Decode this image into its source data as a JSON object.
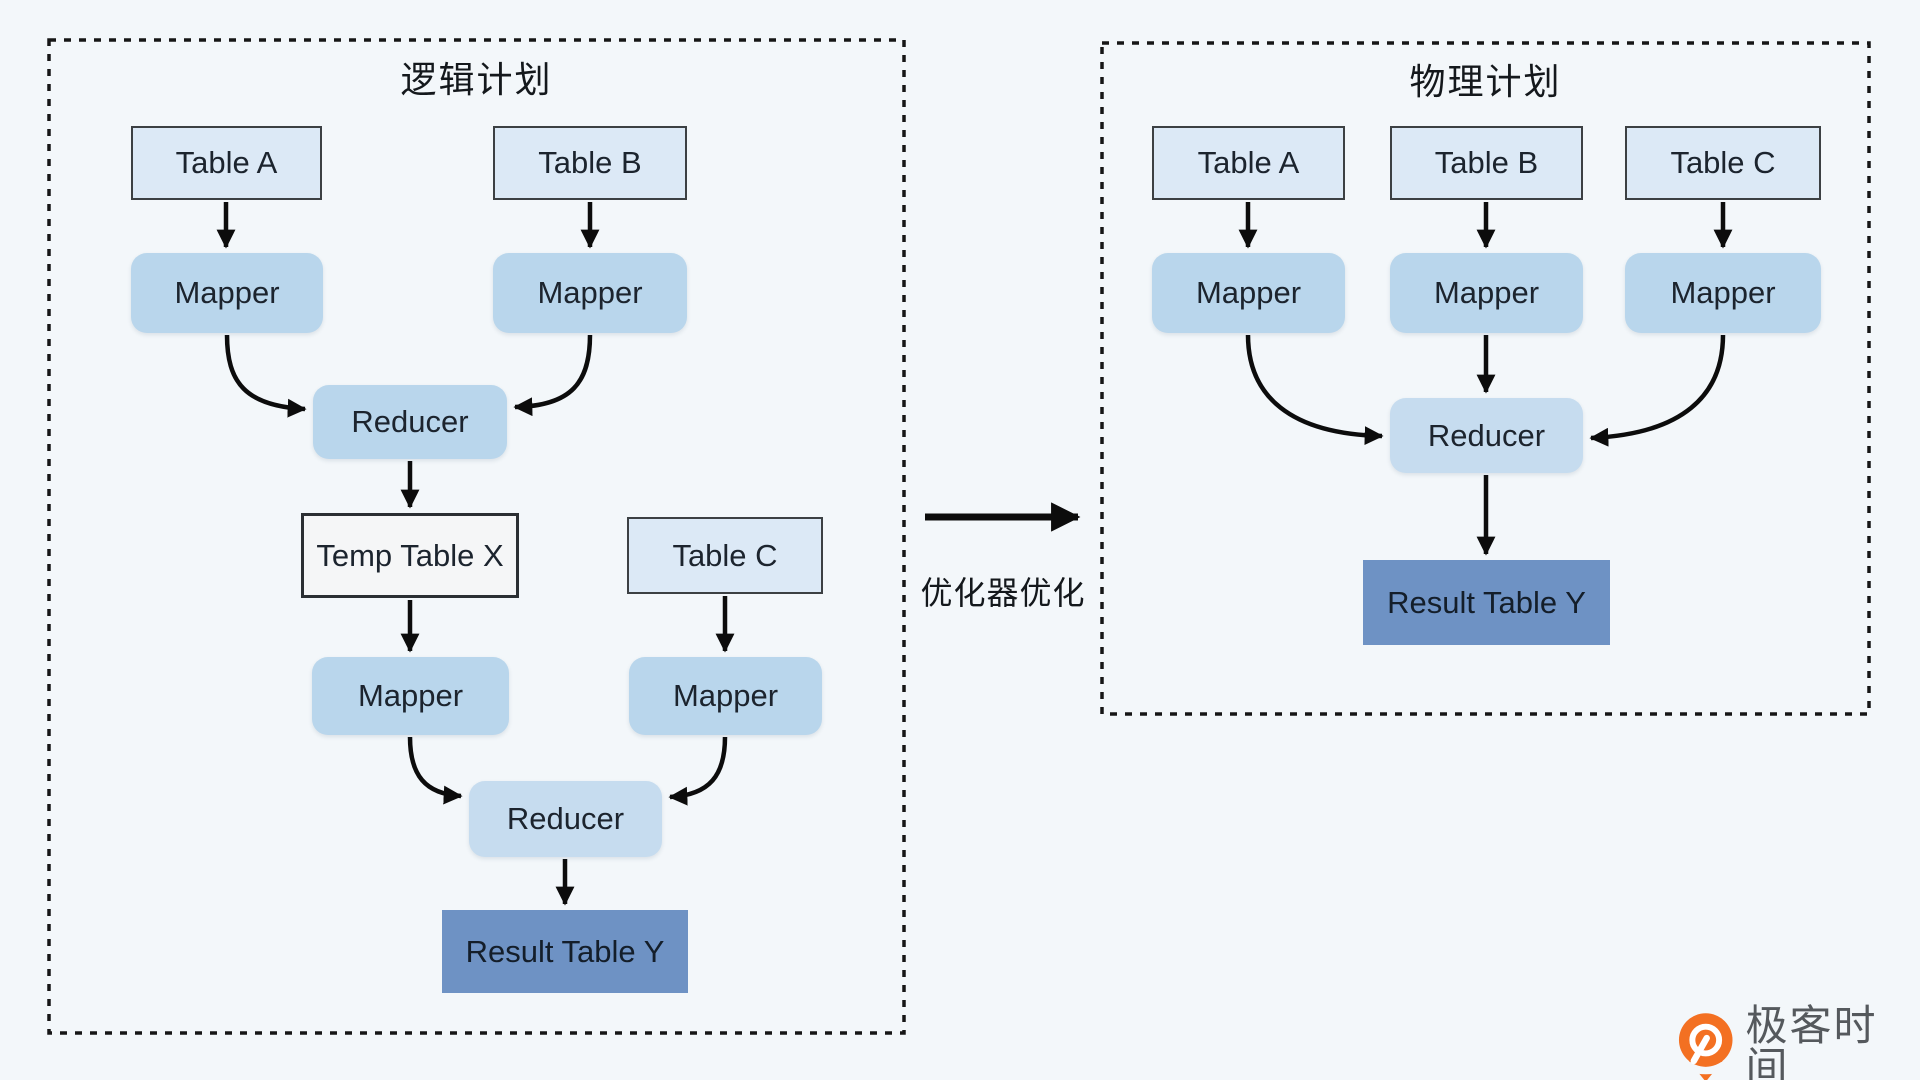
{
  "page": {
    "background": "#f3f7fa"
  },
  "diagram": {
    "logical": {
      "title": "逻辑计划",
      "nodes": {
        "table_a": "Table A",
        "table_b": "Table B",
        "table_c": "Table C",
        "mapper": "Mapper",
        "reducer": "Reducer",
        "temp_table_x": "Temp Table X",
        "result_table_y": "Result Table Y"
      }
    },
    "physical": {
      "title": "物理计划",
      "nodes": {
        "table_a": "Table A",
        "table_b": "Table B",
        "table_c": "Table C",
        "mapper": "Mapper",
        "reducer": "Reducer",
        "result_table_y": "Result Table Y"
      }
    },
    "transition": {
      "label": "优化器优化",
      "arrow_icon": "right-arrow-icon"
    },
    "colors": {
      "table_fill": "#dce9f6",
      "table_border": "#3c4043",
      "process_fill": "#b9d6ec",
      "temp_fill": "#f5f6f7",
      "temp_border": "#2b2f33",
      "result_fill": "#6e92c4",
      "arrow": "#0c0c0c",
      "panel_border": "#161616"
    }
  },
  "brand": {
    "name": "极客时间",
    "icon": "geektime-pin-icon",
    "icon_color": "#f37022",
    "text_color": "#55595d"
  }
}
